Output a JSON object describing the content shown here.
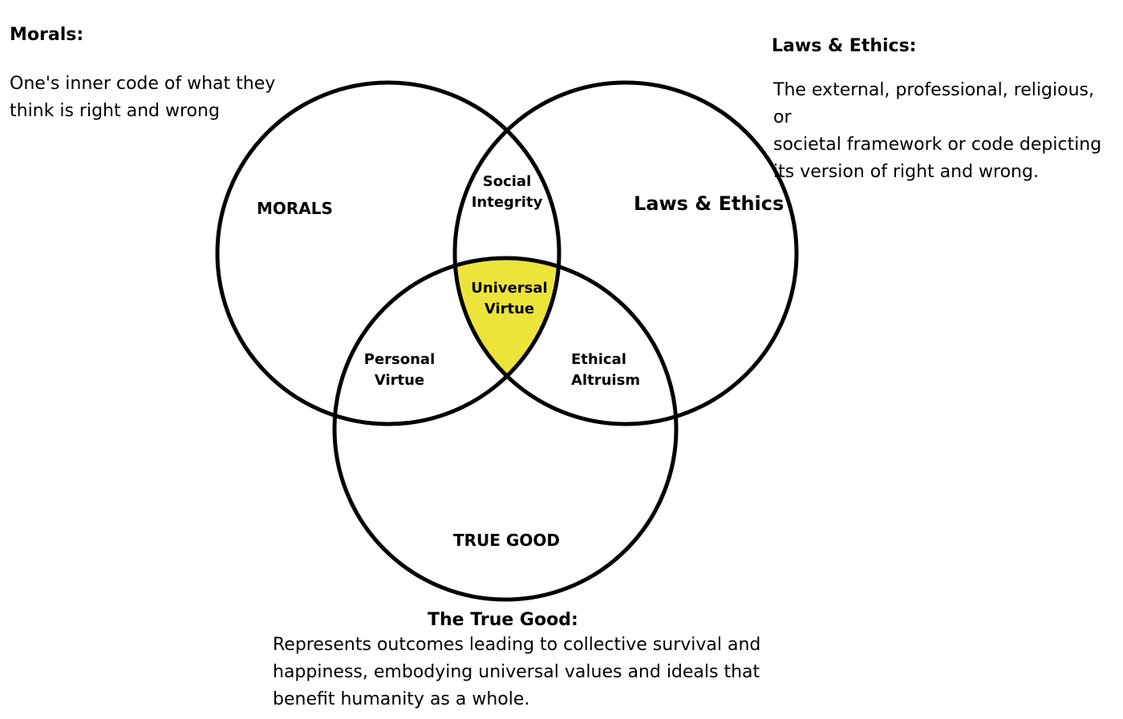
{
  "morals_panel": {
    "heading": "Morals:",
    "description_lines": [
      "One's inner code of what they",
      "think is right and wrong"
    ]
  },
  "laws_panel": {
    "heading": "Laws & Ethics:",
    "description_lines": [
      "The external, professional, religious, or",
      "societal framework or code depicting",
      "its version of right and wrong."
    ]
  },
  "truegood_panel": {
    "heading": "The True Good:",
    "description_lines": [
      "Represents outcomes leading to collective survival and",
      "happiness, embodying universal values and ideals that",
      "benefit humanity as a whole."
    ]
  },
  "venn": {
    "sets": {
      "morals": "MORALS",
      "laws": "Laws & Ethics",
      "true_good": "TRUE GOOD"
    },
    "intersections": {
      "morals_laws": [
        "Social",
        "Integrity"
      ],
      "morals_truegood": [
        "Personal",
        "Virtue"
      ],
      "laws_truegood": [
        "Ethical",
        "Altruism"
      ],
      "all_three": [
        "Universal",
        "Virtue"
      ]
    },
    "highlight_color": "#ece43a",
    "stroke_color": "#000000"
  }
}
